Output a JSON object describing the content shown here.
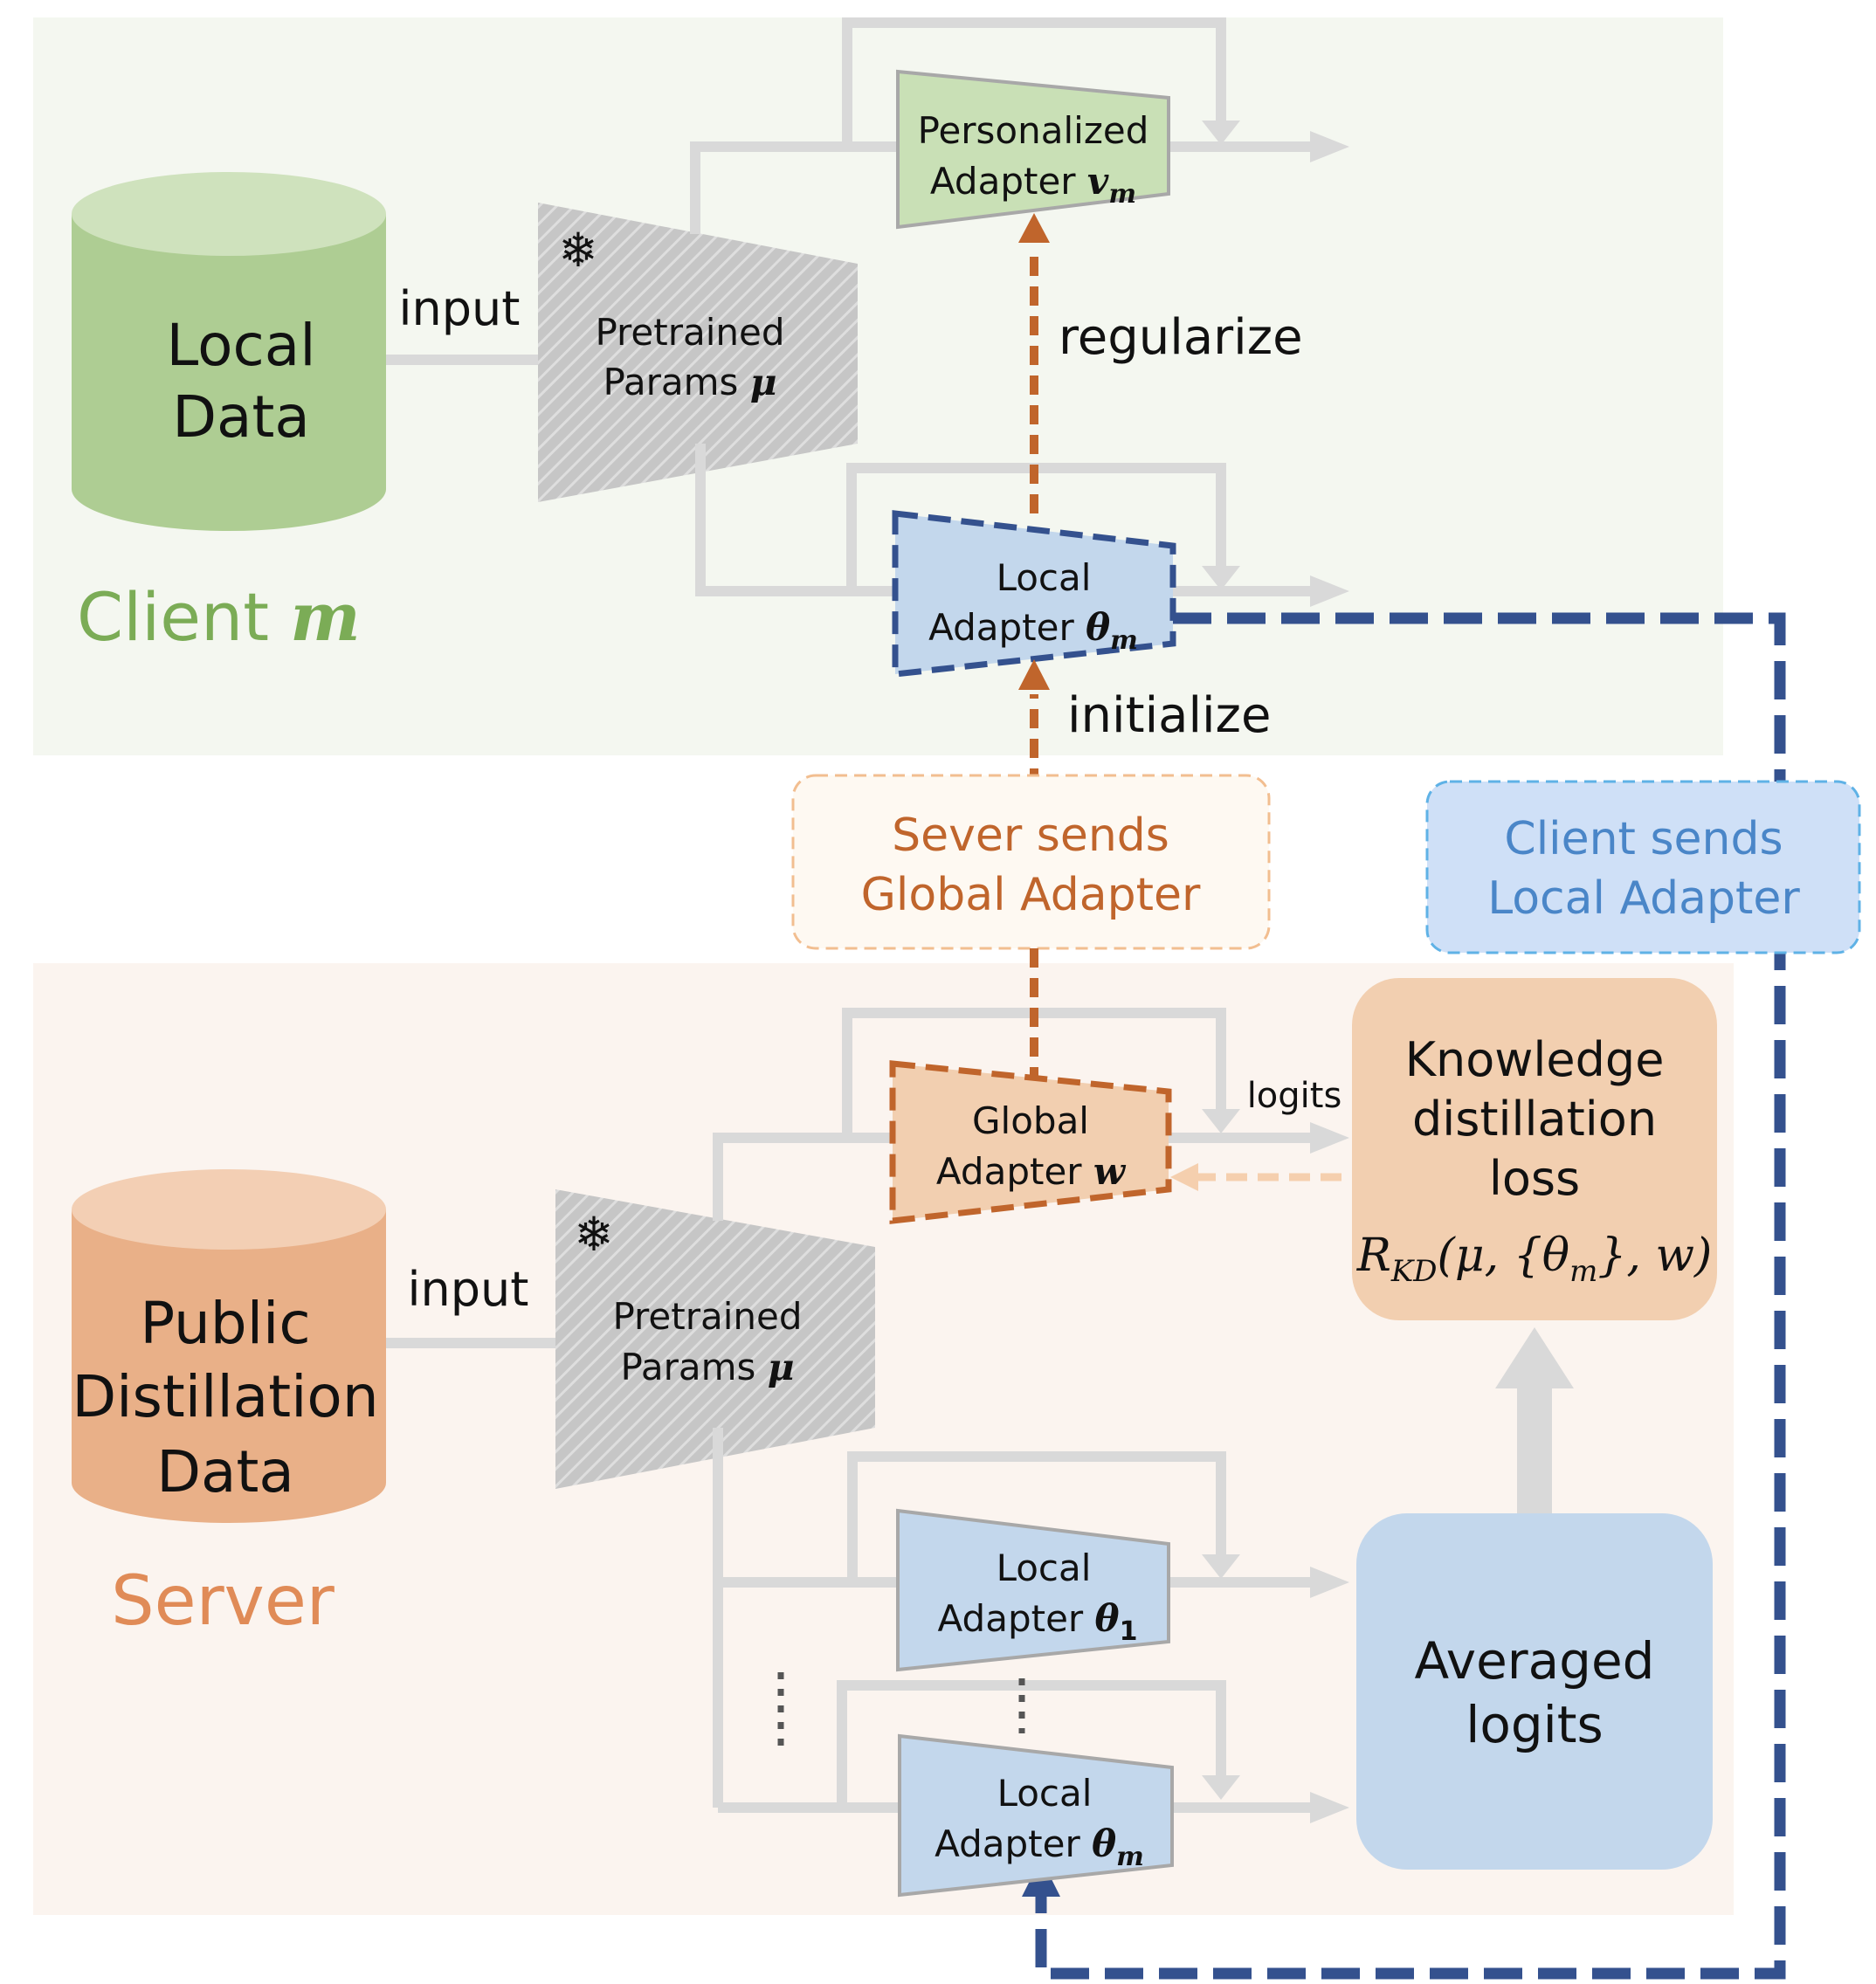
{
  "colors": {
    "client_bg": "#f4f7f0",
    "server_bg": "#fbf4ef",
    "green_db": "#aecd93",
    "green_db_top": "#cfe2bd",
    "orange_db": "#e9b088",
    "orange_db_top": "#f3cfb4",
    "gray_line": "#d9d9d9",
    "dark_blue": "#34518e",
    "brown_dash": "#c0652c",
    "light_peach": "#f5cfae",
    "adapter_blue": "#c3d7ec",
    "adapter_green": "#c9e0b6",
    "adapter_orange": "#f2cfb0",
    "client_text": "#7bac56",
    "server_text": "#e08b57",
    "sever_box_text": "#c0652c",
    "client_box_text": "#4a86c8"
  },
  "client": {
    "title": "Client",
    "title_var": "m",
    "db_line1": "Local",
    "db_line2": "Data",
    "input": "input",
    "pretrained_line1": "Pretrained",
    "pretrained_line2": "Params",
    "pretrained_var": "μ",
    "personalized_line1": "Personalized",
    "personalized_line2": "Adapter",
    "personalized_var": "v",
    "personalized_sub": "m",
    "local_line1": "Local",
    "local_line2": "Adapter",
    "local_var": "θ",
    "local_sub": "m",
    "regularize": "regularize",
    "initialize": "initialize"
  },
  "messages": {
    "sever_line1": "Sever sends",
    "sever_line2": "Global Adapter",
    "client_line1": "Client sends",
    "client_line2": "Local Adapter"
  },
  "server": {
    "title": "Server",
    "db_line1": "Public",
    "db_line2": "Distillation",
    "db_line3": "Data",
    "input": "input",
    "pretrained_line1": "Pretrained",
    "pretrained_line2": "Params",
    "pretrained_var": "μ",
    "global_line1": "Global",
    "global_line2": "Adapter",
    "global_var": "w",
    "logits": "logits",
    "kd_line1": "Knowledge",
    "kd_line2": "distillation",
    "kd_line3": "loss",
    "kd_R": "R",
    "kd_sub": "KD",
    "kd_args": "(μ, {θ",
    "kd_args_sub": "m",
    "kd_args_end": "}, w)",
    "local1_line1": "Local",
    "local1_line2": "Adapter",
    "local1_var": "θ",
    "local1_sub": "1",
    "localm_line1": "Local",
    "localm_line2": "Adapter",
    "localm_var": "θ",
    "localm_sub": "m",
    "avg_line1": "Averaged",
    "avg_line2": "logits"
  },
  "icons": {
    "frozen": "snowflake-icon"
  }
}
